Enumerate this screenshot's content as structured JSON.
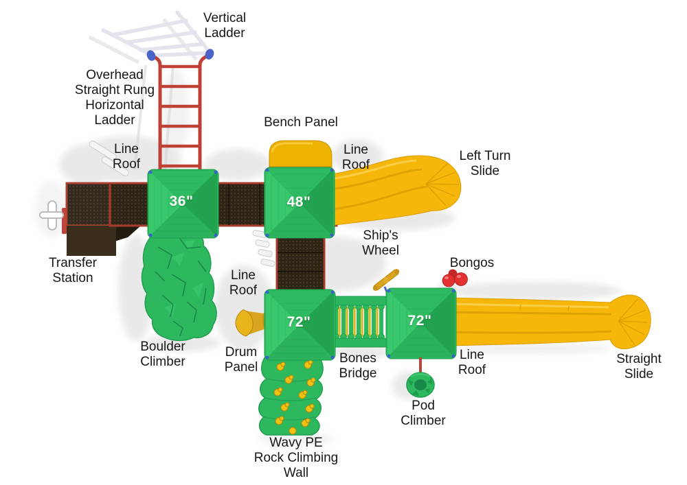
{
  "diagram": "playground-structure-top-view",
  "colors": {
    "roof_green": "#2bb65d",
    "roof_green_dark": "#1f9e4e",
    "slide_yellow": "#f6b70a",
    "bench_yellow": "#eeb200",
    "frame_red": "#bf4034",
    "deck_brown": "#2e2517",
    "connector_blue": "#4a63c8",
    "bongo_red": "#e33030",
    "boulder_green": "#2db85e",
    "shadow_gray": "#d8d8d8",
    "background": "#ffffff",
    "label_text": "#161616"
  },
  "roofs": [
    {
      "size": "36\""
    },
    {
      "size": "48\""
    },
    {
      "size": "72\""
    },
    {
      "size": "72\""
    }
  ],
  "labels": {
    "vertical_ladder": "Vertical\nLadder",
    "overhead_ladder": "Overhead\nStraight Rung\nHorizontal\nLadder",
    "bench_panel": "Bench Panel",
    "line_roof_1": "Line\nRoof",
    "line_roof_2": "Line\nRoof",
    "left_turn_slide": "Left Turn\nSlide",
    "ships_wheel": "Ship's\nWheel",
    "bongos": "Bongos",
    "transfer_station": "Transfer\nStation",
    "line_roof_3": "Line\nRoof",
    "boulder_climber": "Boulder\nClimber",
    "drum_panel": "Drum\nPanel",
    "bones_bridge": "Bones\nBridge",
    "line_roof_4": "Line\nRoof",
    "pod_climber": "Pod\nClimber",
    "straight_slide": "Straight\nSlide",
    "wavy_wall": "Wavy PE\nRock Climbing\nWall"
  }
}
